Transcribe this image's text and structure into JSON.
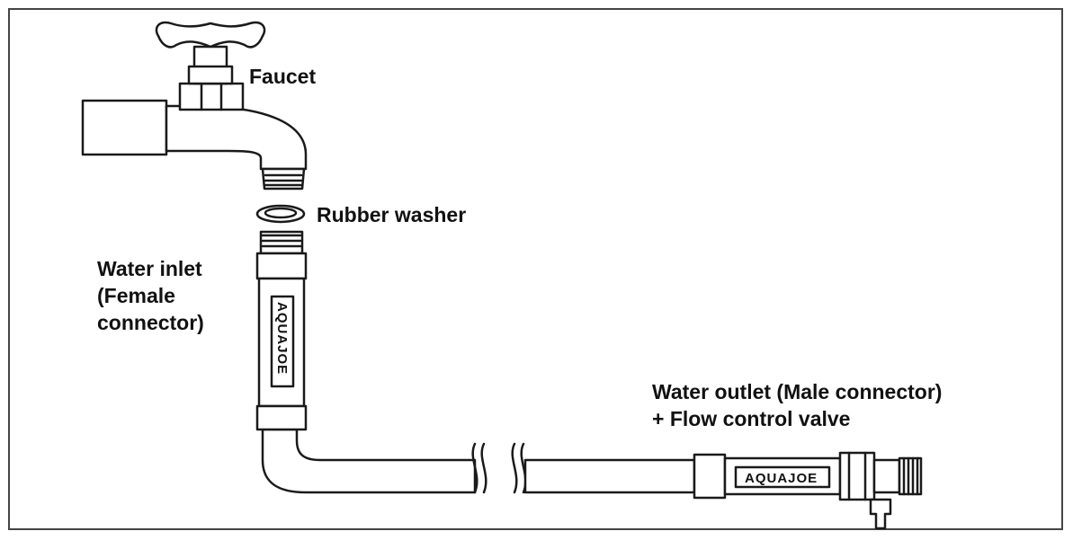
{
  "labels": {
    "faucet": "Faucet",
    "washer": "Rubber washer",
    "inlet_line1": "Water inlet",
    "inlet_line2": "(Female",
    "inlet_line3": "connector)",
    "outlet_line1": "Water outlet (Male connector)",
    "outlet_line2": "+ Flow control valve"
  },
  "brand": "AQUAJOE",
  "colors": {
    "line": "#1a1a1a",
    "frame": "#444444",
    "fill": "#ffffff"
  }
}
